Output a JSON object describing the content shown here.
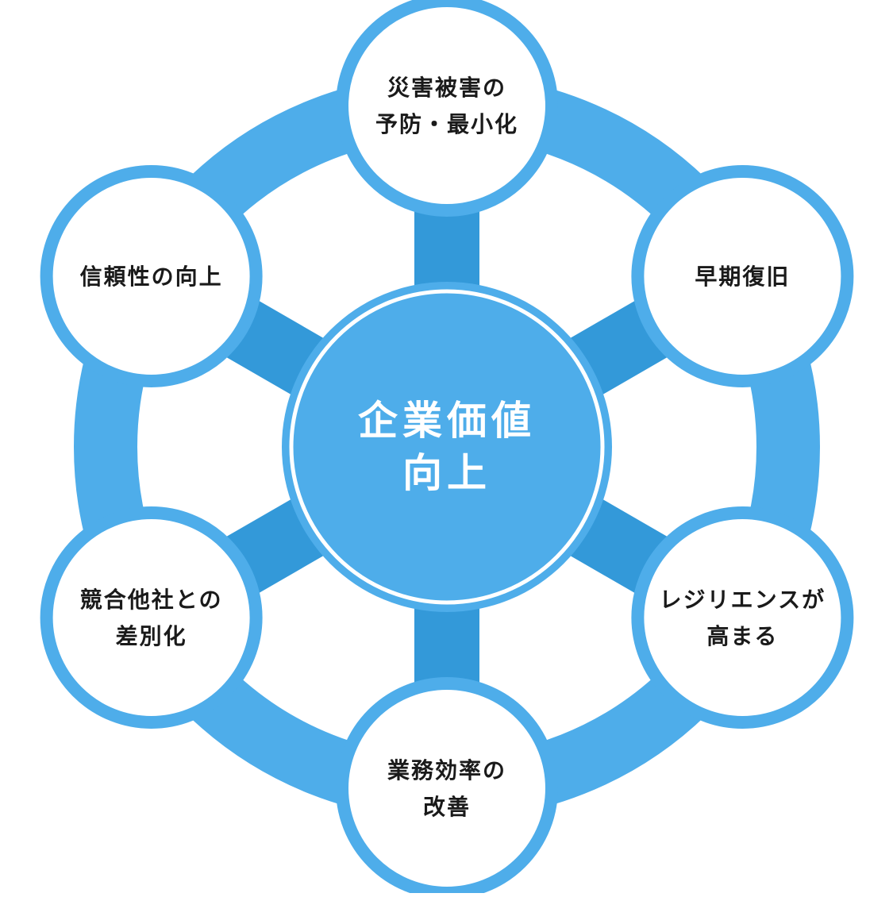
{
  "colors": {
    "ring": "#4eadea",
    "spoke": "#3399d9",
    "node_fill": "#ffffff",
    "center_fill": "#4eadea",
    "text_dark": "#1a1a1a",
    "text_light": "#ffffff"
  },
  "center": {
    "lines": [
      "企業価値",
      "向上"
    ]
  },
  "nodes": [
    {
      "id": "top",
      "lines": [
        "災害被害の",
        "予防・最小化"
      ]
    },
    {
      "id": "upper-right",
      "lines": [
        "早期復旧"
      ]
    },
    {
      "id": "lower-right",
      "lines": [
        "レジリエンスが",
        "高まる"
      ]
    },
    {
      "id": "bottom",
      "lines": [
        "業務効率の",
        "改善"
      ]
    },
    {
      "id": "lower-left",
      "lines": [
        "競合他社との",
        "差別化"
      ]
    },
    {
      "id": "upper-left",
      "lines": [
        "信頼性の向上"
      ]
    }
  ]
}
